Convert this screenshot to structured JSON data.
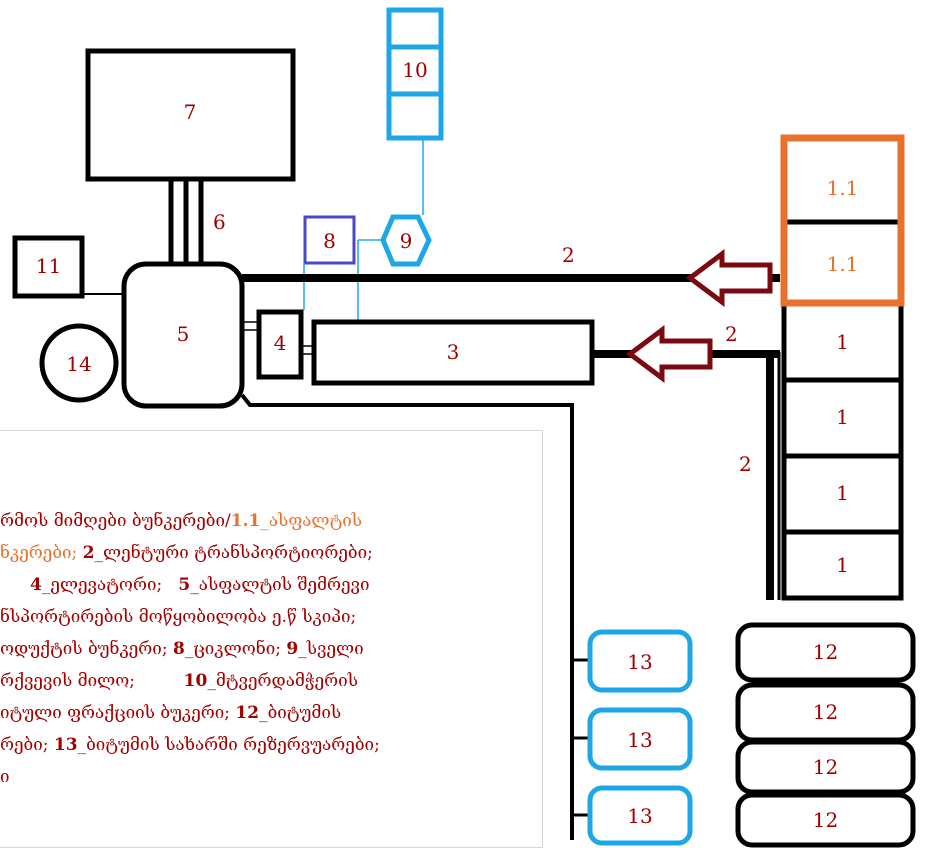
{
  "blocks": {
    "b7": "7",
    "b6": "6",
    "b10": "10",
    "b8": "8",
    "b9": "9",
    "b11": "11",
    "b5": "5",
    "b4": "4",
    "b3": "3",
    "b14": "14",
    "b2a": "2",
    "b2b": "2",
    "b2c": "2",
    "hopper_asphalt": [
      "1.1",
      "1.1"
    ],
    "hoppers": [
      "1",
      "1",
      "1",
      "1"
    ],
    "reservoirs": [
      "13",
      "13",
      "13"
    ],
    "bitumen_tanks": [
      "12",
      "12",
      "12",
      "12"
    ]
  },
  "legend": {
    "l1a": "რმოს მიმღები ბუნკერები/",
    "l1b": "1.1",
    "l1c": "_ასფალტის",
    "l2a": "ნკერები; ",
    "l2b": "2",
    "l2c": "_ლენტური ტრანსპორტიორები;",
    "l3a": "4",
    "l3b": "_ელევატორი; ",
    "l3c": "5",
    "l3d": "_ასფალტის შემრევი",
    "l4": "ნსპორტირების მოწყობილობა ე.წ სკიპი;",
    "l5a": "ოდუქტის ბუნკერი; ",
    "l5b": "8",
    "l5c": "_ციკლონი; ",
    "l5d": "9",
    "l5e": "_სველი",
    "l6a": "რქვევის   მილო;   ",
    "l6b": "10",
    "l6c": "_მტვერდამჭერის",
    "l7a": "იტული ფრაქციის ბუკერი; ",
    "l7b": "12",
    "l7c": "_ბიტუმის",
    "l8a": "რები; ",
    "l8b": "13",
    "l8c": "_ბიტუმის სახარში რეზერვუარები;",
    "l9": "ი"
  },
  "colors": {
    "black": "#000000",
    "dark_red": "#a00000",
    "orange": "#e8712b",
    "blue": "#1ea7e6",
    "indigo": "#4a48c9",
    "arrow": "#7a0a10"
  }
}
